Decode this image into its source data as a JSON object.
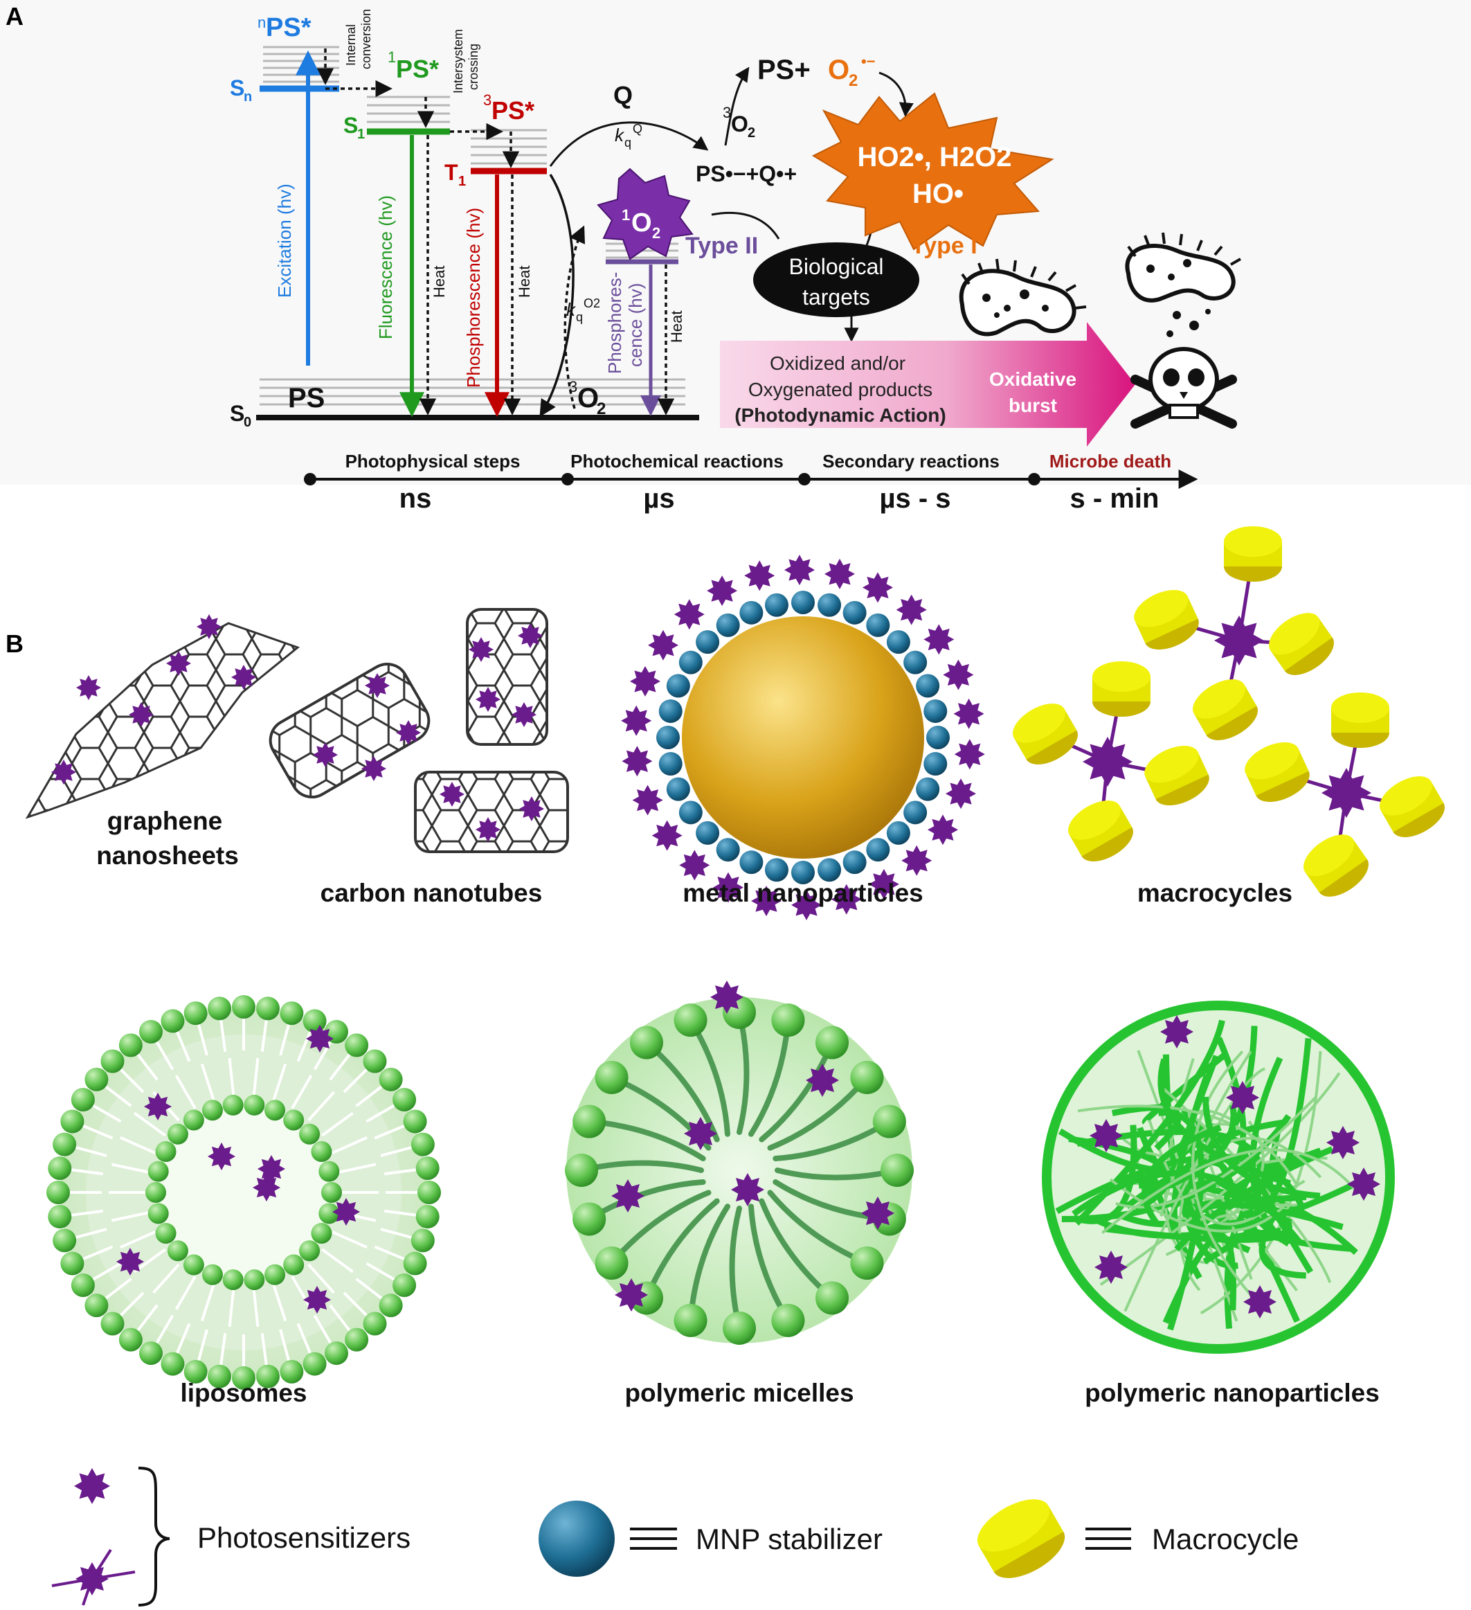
{
  "panel_a": {
    "label": "A",
    "levels": {
      "npsstar_pre": "n",
      "npsstar": "PS*",
      "sn_main": "S",
      "sn_sub": "n",
      "s1_main": "S",
      "s1_sub": "1",
      "t1_main": "T",
      "t1_sub": "1",
      "s0_main": "S",
      "s0_sub": "0",
      "ps": "PS",
      "ps1_pre": "1",
      "ps1": "PS*",
      "ps3_pre": "3",
      "ps3": "PS*",
      "o2_3_pre": "3",
      "o2_3_main": "O",
      "o2_3_sub": "2"
    },
    "vertical_labels": {
      "internal_1": "Internal",
      "internal_2": "conversion",
      "isc_1": "Intersystem",
      "isc_2": "crossing",
      "excitation": "Excitation (hv)",
      "fluorescence": "Fluorescence (hv)",
      "phosphorescence": "Phosphorescence (hv)",
      "phosphores_1": "Phosphores-",
      "phosphores_2": "cence (hv)",
      "heat": "Heat"
    },
    "kq_o2": {
      "k": "k",
      "q": "q",
      "sup": "O2"
    },
    "kq_q": {
      "k": "k",
      "q": "q",
      "sup": "Q"
    },
    "q_label": "Q",
    "o2_3b_pre": "3",
    "o2_3b_main": "O",
    "o2_3b_sub": "2",
    "ps_plus": "PS+ ",
    "o2_rad": {
      "main": "O",
      "sub": "2",
      "sup": "•−"
    },
    "ps_minus": "PS•−+Q•+",
    "singlet_o2": {
      "pre": "1",
      "main": "O",
      "sub": "2"
    },
    "ros_line1": "HO2•, H2O2",
    "ros_line2": "HO•",
    "type2": "Type II",
    "type1": "Type I",
    "bio_1": "Biological",
    "bio_2": "targets",
    "products_1": "Oxidized and/or",
    "products_2": "Oxygenated products",
    "products_3": "(Photodynamic Action)",
    "burst_1": "Oxidative",
    "burst_2": "burst",
    "timeline": {
      "steps": [
        "Photophysical steps",
        "Photochemical reactions",
        "Secondary reactions",
        "Microbe death"
      ],
      "times": [
        "ns",
        "µs",
        "µs - s",
        "s - min"
      ]
    }
  },
  "panel_b": {
    "label": "B",
    "carriers": [
      "graphene",
      "nanosheets",
      "carbon nanotubes",
      "metal nanoparticles",
      "macrocycles",
      "liposomes",
      "polymeric micelles",
      "polymeric nanoparticles"
    ]
  },
  "legend": {
    "photosensitizers": "Photosensitizers",
    "mnp": "MNP stabilizer",
    "macrocycle": "Macrocycle"
  },
  "colors": {
    "ps_purple": "#6a1b8c",
    "blue": "#1e7be0",
    "green": "#1f9a1f",
    "red": "#c00000",
    "orange": "#e8700f",
    "gold": "#d9a31a",
    "teal": "#1f6f96",
    "yellow": "#f2f20f",
    "bright_green": "#33c43a"
  }
}
